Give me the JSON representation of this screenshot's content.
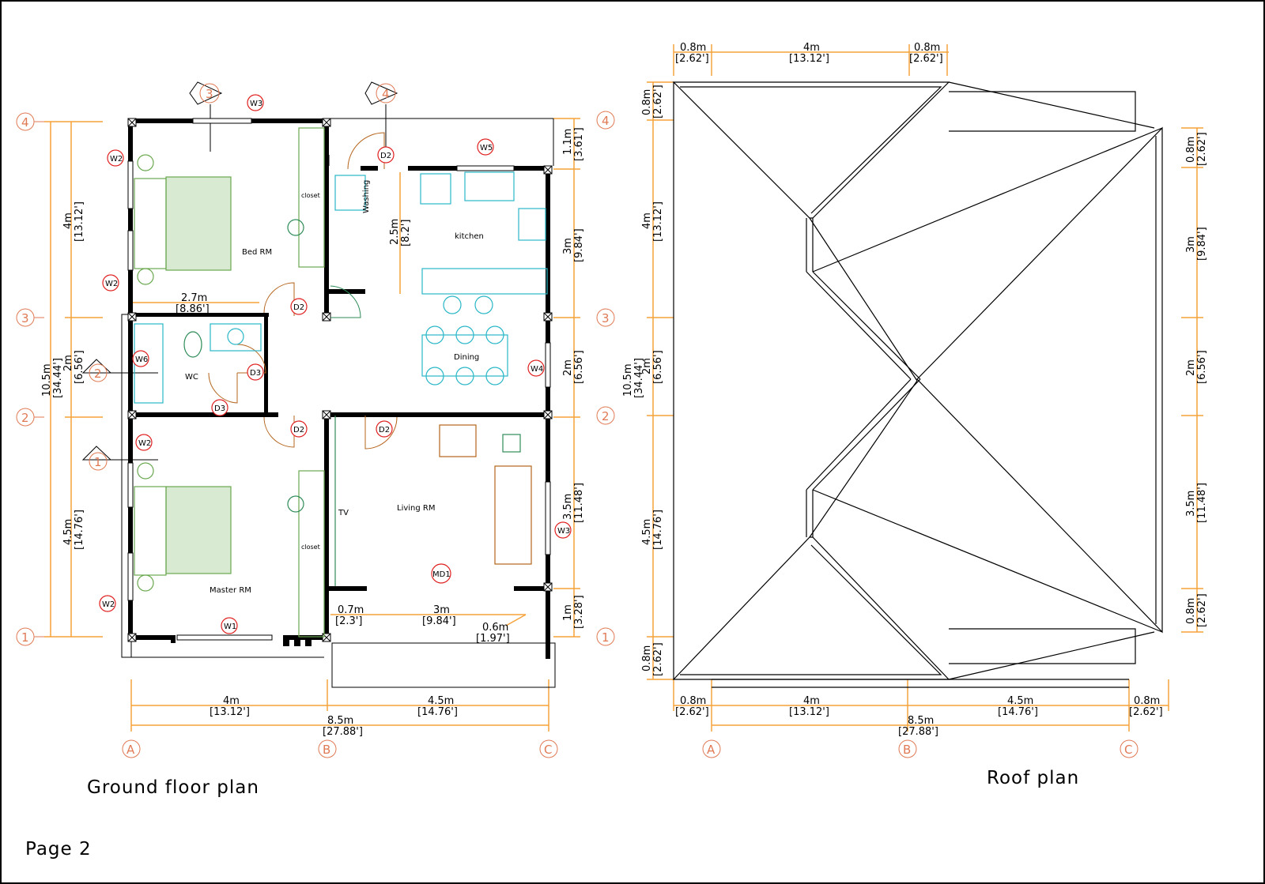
{
  "titles": {
    "ground": "Ground  floor  plan",
    "roof": "Roof  plan",
    "page": "Page  2"
  },
  "grid": {
    "rows": [
      "4",
      "3",
      "2",
      "1"
    ],
    "cols": [
      "A",
      "B",
      "C"
    ]
  },
  "sections": [
    "3",
    "4",
    "2",
    "1"
  ],
  "rooms": {
    "bed": "Bed RM",
    "closet_top": "closet",
    "washing": "Washing",
    "kitchen": "kitchen",
    "dining": "Dining",
    "wc": "WC",
    "master": "Master RM",
    "closet_bottom": "closet",
    "tv": "TV",
    "living": "Living RM"
  },
  "tags": {
    "w3_top": "W3",
    "w2_a": "W2",
    "w2_b": "W2",
    "d2_washing": "D2",
    "w5": "W5",
    "d2_bed": "D2",
    "w6": "W6",
    "d3_a": "D3",
    "d3_b": "D3",
    "w4": "W4",
    "d2_master": "D2",
    "d2_living": "D2",
    "w2_c": "W2",
    "w3_living": "W3",
    "md1": "MD1",
    "w2_d": "W2",
    "w1": "W1"
  },
  "ground_dims": {
    "left_4m": "4m",
    "left_4m_ft": "[13.12']",
    "left_total": "10.5m",
    "left_total_ft": "[34.44']",
    "left_2m": "2m",
    "left_2m_ft": "[6.56']",
    "left_45m": "4.5m",
    "left_45m_ft": "[14.76']",
    "right_11m": "1.1m",
    "right_11m_ft": "[3.61']",
    "right_3m": "3m",
    "right_3m_ft": "[9.84']",
    "right_2m": "2m",
    "right_2m_ft": "[6.56']",
    "right_35m": "3.5m",
    "right_35m_ft": "[11.48']",
    "right_1m": "1m",
    "right_1m_ft": "[3.28']",
    "kitchen_25m": "2.5m",
    "kitchen_25m_ft": "[8.2']",
    "inner_27m": "2.7m",
    "inner_27m_ft": "[8.86']",
    "porch_07m": "0.7m",
    "porch_07m_ft": "[2.3']",
    "porch_3m": "3m",
    "porch_3m_ft": "[9.84']",
    "porch_06m": "0.6m",
    "porch_06m_ft": "[1.97']",
    "bottom_4m": "4m",
    "bottom_4m_ft": "[13.12']",
    "bottom_45m": "4.5m",
    "bottom_45m_ft": "[14.76']",
    "bottom_total": "8.5m",
    "bottom_total_ft": "[27.88']"
  },
  "roof_dims": {
    "top_08a": "0.8m",
    "top_08a_ft": "[2.62']",
    "top_4m": "4m",
    "top_4m_ft": "[13.12']",
    "top_08b": "0.8m",
    "top_08b_ft": "[2.62']",
    "left_08a": "0.8m",
    "left_08a_ft": "[2.62']",
    "left_4m": "4m",
    "left_4m_ft": "[13.12']",
    "left_total": "10.5m",
    "left_total_ft": "[34.44']",
    "left_2m": "2m",
    "left_2m_ft": "[6.56']",
    "left_45m": "4.5m",
    "left_45m_ft": "[14.76']",
    "left_08b": "0.8m",
    "left_08b_ft": "[2.62']",
    "right_08a": "0.8m",
    "right_08a_ft": "[2.62']",
    "right_3m": "3m",
    "right_3m_ft": "[9.84']",
    "right_2m": "2m",
    "right_2m_ft": "[6.56']",
    "right_35m": "3.5m",
    "right_35m_ft": "[11.48']",
    "right_08b": "0.8m",
    "right_08b_ft": "[2.62']",
    "bottom_08a": "0.8m",
    "bottom_08a_ft": "[2.62']",
    "bottom_4m": "4m",
    "bottom_4m_ft": "[13.12']",
    "bottom_45m": "4.5m",
    "bottom_45m_ft": "[14.76']",
    "bottom_08b": "0.8m",
    "bottom_08b_ft": "[2.62']",
    "bottom_total": "8.5m",
    "bottom_total_ft": "[27.88']"
  },
  "colors": {
    "dimension": "#f5a23a",
    "grid": "#e07a55",
    "furniture": "#6aa84f",
    "tag": "#e02020",
    "cyan": "#2ab7c7"
  }
}
